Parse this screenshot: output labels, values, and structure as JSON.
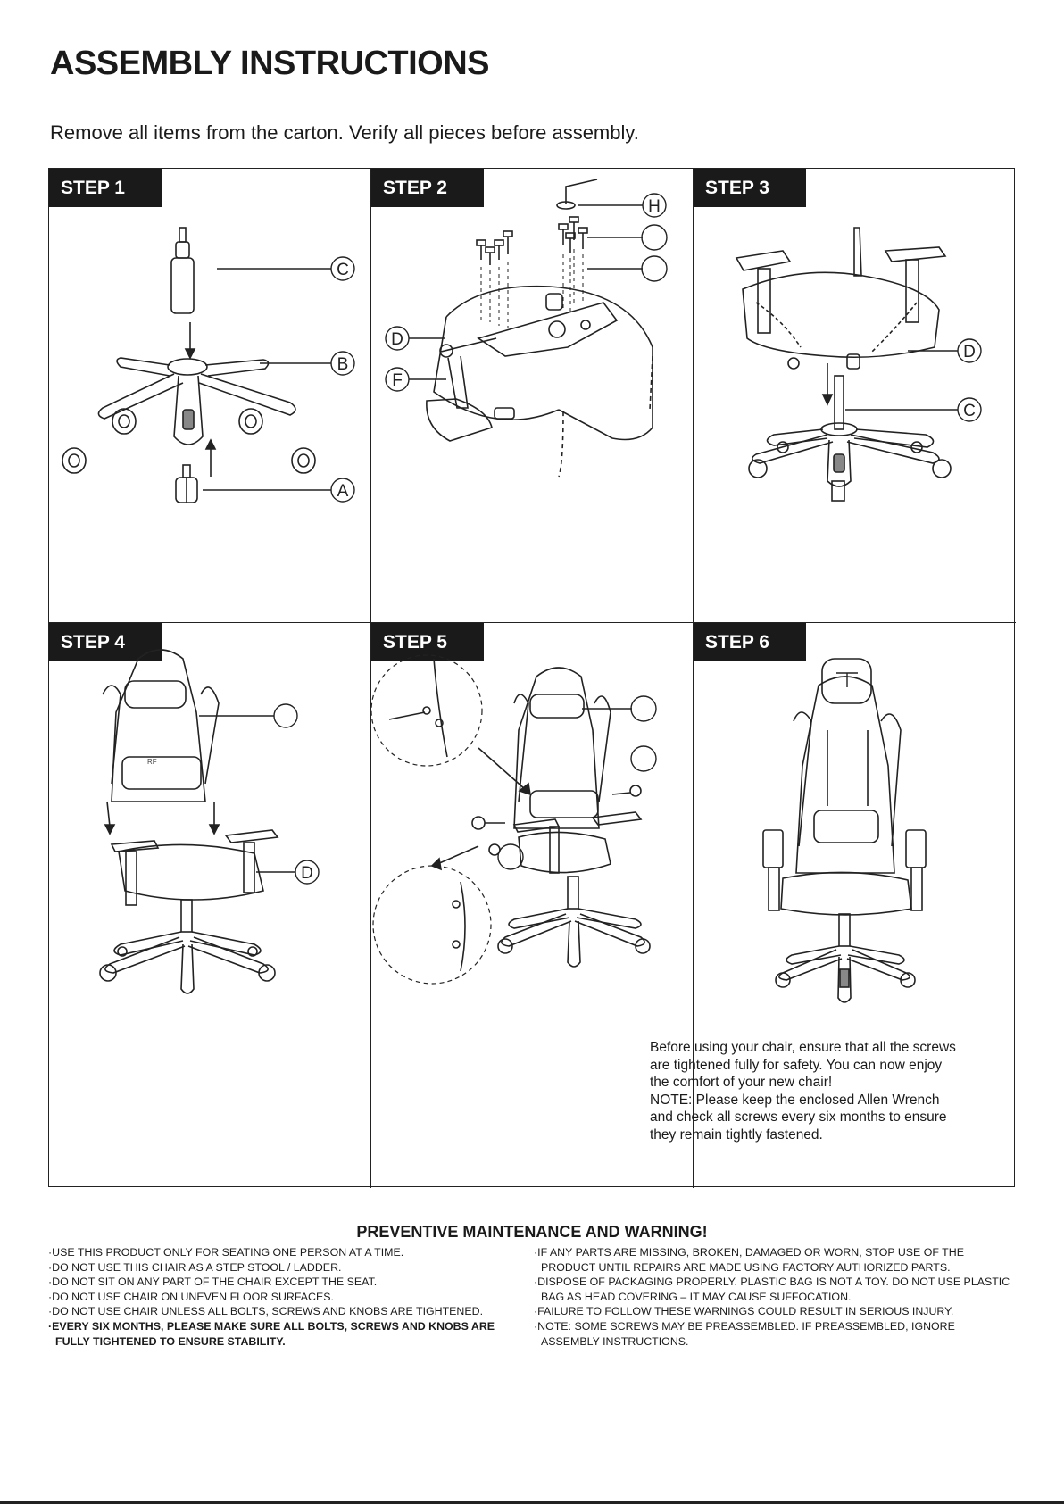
{
  "header": {
    "title": "ASSEMBLY INSTRUCTIONS",
    "subtitle": "Remove all items from the carton. Verify all pieces before assembly."
  },
  "steps": [
    {
      "tag": "STEP 1",
      "labels": [
        "C",
        "B",
        "A"
      ]
    },
    {
      "tag": "STEP 2",
      "labels": [
        "H",
        "D",
        "F"
      ]
    },
    {
      "tag": "STEP 3",
      "labels": [
        "D",
        "C"
      ]
    },
    {
      "tag": "STEP 4",
      "labels": [
        "D"
      ]
    },
    {
      "tag": "STEP 5",
      "labels": []
    },
    {
      "tag": "STEP 6",
      "labels": []
    }
  ],
  "step6_note": {
    "text": "Before using your chair, ensure that all the screws are tightened fully for safety. You can now enjoy the comfort of your new chair!",
    "note": "NOTE: Please keep the enclosed Allen Wrench and check all screws every six months to ensure they remain tightly fastened."
  },
  "warning": {
    "title": "PREVENTIVE MAINTENANCE AND WARNING!",
    "left": [
      "USE THIS PRODUCT ONLY FOR SEATING ONE PERSON AT A TIME.",
      "DO NOT USE THIS CHAIR AS A STEP STOOL / LADDER.",
      "DO NOT SIT ON ANY PART OF THE CHAIR EXCEPT THE SEAT.",
      "DO NOT USE CHAIR ON UNEVEN FLOOR SURFACES.",
      "DO NOT USE CHAIR UNLESS ALL BOLTS, SCREWS AND KNOBS ARE TIGHTENED.",
      "EVERY SIX MONTHS, PLEASE MAKE SURE ALL BOLTS, SCREWS AND KNOBS ARE FULLY TIGHTENED TO ENSURE STABILITY."
    ],
    "right": [
      "IF ANY PARTS ARE MISSING, BROKEN, DAMAGED OR WORN, STOP USE OF THE PRODUCT UNTIL REPAIRS ARE MADE USING FACTORY AUTHORIZED PARTS.",
      "DISPOSE OF PACKAGING PROPERLY. PLASTIC BAG IS NOT A TOY. DO NOT USE PLASTIC BAG AS HEAD COVERING – IT MAY CAUSE SUFFOCATION.",
      "FAILURE TO FOLLOW THESE WARNINGS COULD RESULT IN SERIOUS INJURY.",
      "NOTE: SOME SCREWS MAY BE PREASSEMBLED. IF PREASSEMBLED, IGNORE ASSEMBLY INSTRUCTIONS."
    ]
  }
}
